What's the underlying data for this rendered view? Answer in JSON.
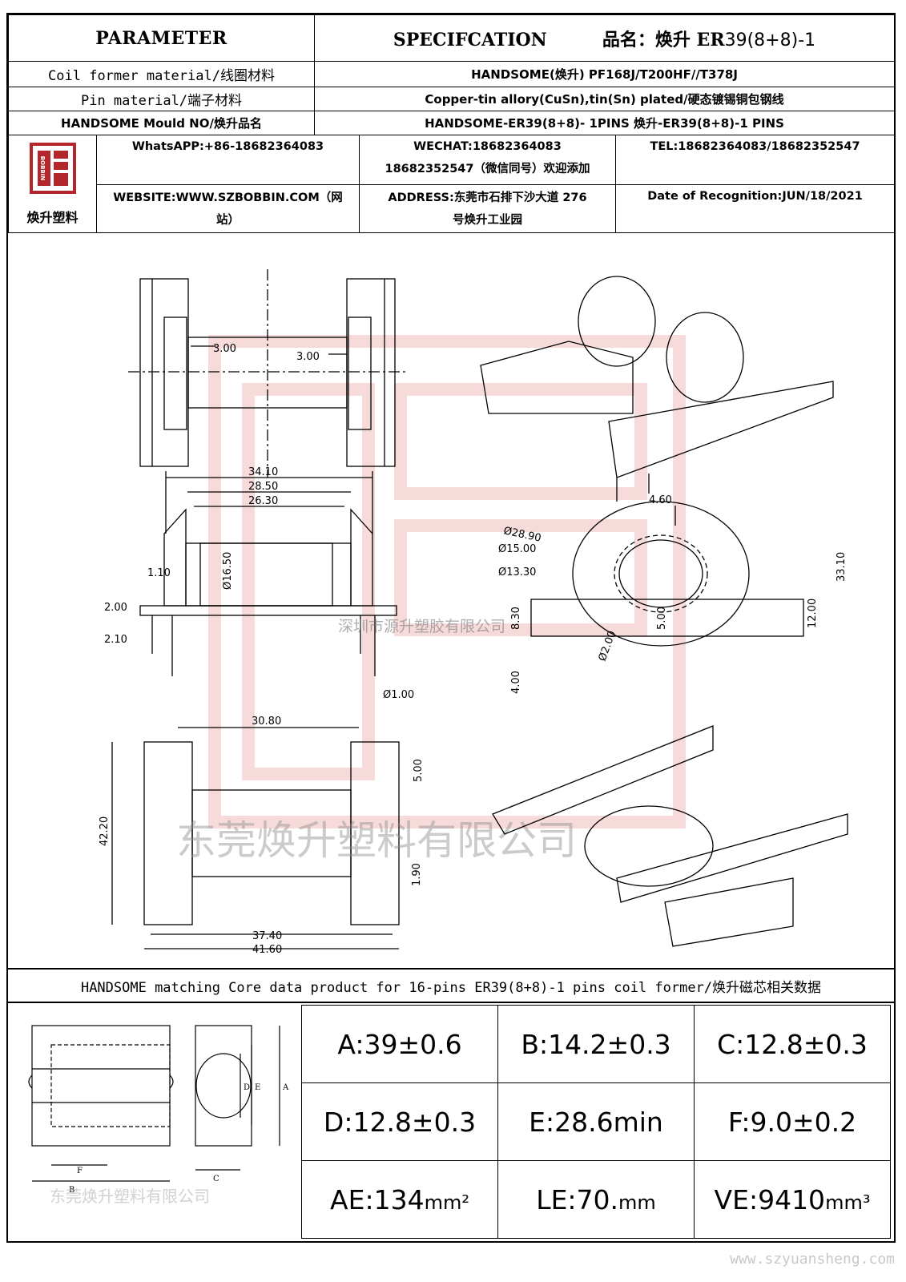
{
  "header": {
    "parameter": "PARAMETER",
    "specification": "SPECIFCATION",
    "product_label": "品名：焕升 ER",
    "product_code": "39(8+8)-1",
    "rows": [
      {
        "label": "Coil former material/线圈材料",
        "value": "HANDSOME(焕升)   PF168J/T200HF//T378J"
      },
      {
        "label": "Pin material/端子材料",
        "value": "Copper-tin allory(CuSn),tin(Sn) plated/硬态镀锡铜包钢线"
      },
      {
        "label": "HANDSOME Mould NO/焕升品名",
        "value": "HANDSOME-ER39(8+8)- 1PINS    焕升-ER39(8+8)-1 PINS"
      }
    ]
  },
  "company": {
    "logo_text": "焕升塑料",
    "logo_glyph": "BOBBIN",
    "whatsapp": "WhatsAPP:+86-18682364083",
    "wechat_1": "WECHAT:18682364083",
    "wechat_2": "18682352547（微信同号）欢迎添加",
    "tel": "TEL:18682364083/18682352547",
    "website_1": "WEBSITE:WWW.SZBOBBIN.COM（网",
    "website_2": "站）",
    "address_1": "ADDRESS:东莞市石排下沙大道 276",
    "address_2": "号焕升工业园",
    "date": "Date of Recognition:JUN/18/2021"
  },
  "drawing": {
    "dims": {
      "d300a": "3.00",
      "d300b": "3.00",
      "d3410": "34.10",
      "d2850": "28.50",
      "d2630": "26.30",
      "d110": "1.10",
      "d1650": "Ø16.50",
      "d200": "2.00",
      "d210": "2.10",
      "d100": "Ø1.00",
      "d460": "4.60",
      "d2890": "Ø28.90",
      "d1500": "Ø15.00",
      "d1330": "Ø13.30",
      "d3310": "33.10",
      "d1200": "12.00",
      "d830": "8.30",
      "d500": "5.00",
      "d400": "4.00",
      "d200b": "Ø2.00",
      "d3080": "30.80",
      "d500b": "5.00",
      "d4220": "42.20",
      "d190": "1.90",
      "d3740": "37.40",
      "d4160": "41.60"
    },
    "watermark_1": "深圳市源升塑胶有限公司",
    "watermark_2": "东莞焕升塑料有限公司"
  },
  "core": {
    "title": "HANDSOME matching Core data  product for 16-pins ER39(8+8)-1 pins coil former/焕升磁芯相关数据",
    "sketch_labels": {
      "a": "A",
      "b": "B",
      "c": "C",
      "d": "D",
      "e": "E",
      "f": "F"
    },
    "sketch_watermark": "东莞焕升塑料有限公司",
    "values": [
      [
        "A:39±0.6",
        "B:14.2±0.3",
        "C:12.8±0.3"
      ],
      [
        "D:12.8±0.3",
        "E:28.6min",
        "F:9.0±0.2"
      ]
    ],
    "ae": "AE:134",
    "ae_unit": "mm²",
    "le": "LE:70.",
    "le_unit": "mm",
    "ve": "VE:9410",
    "ve_unit": "mm³"
  },
  "footer_url": "www.szyuansheng.com"
}
